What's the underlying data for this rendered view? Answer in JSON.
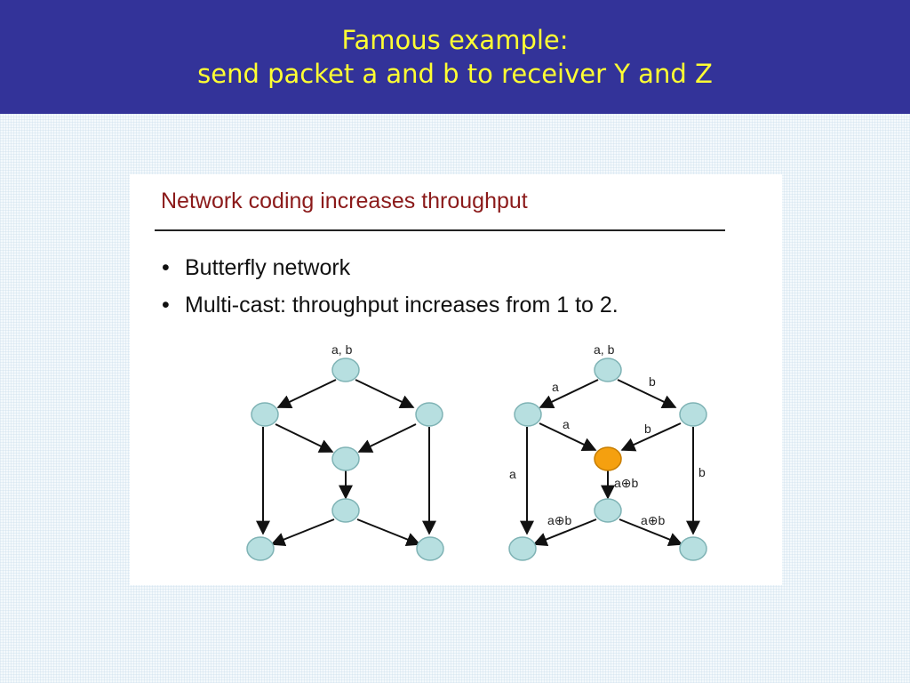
{
  "slide": {
    "title_line1": "Famous example:",
    "title_line2": "send packet a and b  to receiver Y and Z"
  },
  "figure": {
    "heading": "Network coding increases throughput",
    "bullets": [
      "Butterfly network",
      "Multi-cast: throughput increases from 1 to 2."
    ],
    "bullet_symbol": "•"
  },
  "colors": {
    "header_bg": "#333399",
    "title_text": "#ffff33",
    "node_fill": "#b7dfe0",
    "coding_node_fill": "#f5a00f",
    "heading_text": "#8b1a1a"
  },
  "diagrams": {
    "left": {
      "source_label": "a, b"
    },
    "right": {
      "source_label": "a, b",
      "edge_labels": {
        "s_to_left": "a",
        "s_to_right": "b",
        "left_to_coder": "a",
        "right_to_coder": "b",
        "left_to_y": "a",
        "right_to_z": "b",
        "coder_to_relay": "a⊕b",
        "relay_to_y": "a⊕b",
        "relay_to_z": "a⊕b"
      }
    }
  }
}
